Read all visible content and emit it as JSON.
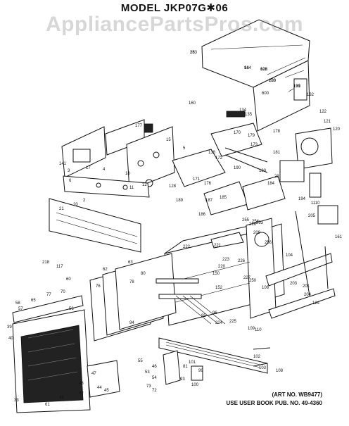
{
  "title": "MODEL JKP07G✱06",
  "watermark": "AppliancePartsPros.com",
  "art_no": "(ART NO. WB9477)",
  "use_book": "USE USER BOOK PUB. NO. 49-4360",
  "part_labels": [
    "28",
    "144",
    "602",
    "123",
    "131",
    "600",
    "160",
    "132",
    "122",
    "121",
    "120",
    "134",
    "135",
    "179",
    "170",
    "172",
    "173",
    "178",
    "190",
    "180",
    "181",
    "177",
    "15",
    "5",
    "138",
    "141",
    "3",
    "4",
    "17",
    "18",
    "11",
    "12",
    "6",
    "2",
    "20",
    "21",
    "22",
    "128",
    "171",
    "176",
    "186",
    "187",
    "189",
    "185",
    "184",
    "194",
    "1110",
    "161",
    "216",
    "209",
    "205",
    "218",
    "117",
    "60",
    "62",
    "63",
    "80",
    "76",
    "78",
    "70",
    "77",
    "65",
    "58",
    "57",
    "56",
    "39",
    "40",
    "61",
    "33",
    "48",
    "42",
    "43",
    "47",
    "44",
    "45",
    "46",
    "53",
    "55",
    "54",
    "73",
    "72",
    "81",
    "100",
    "101",
    "99",
    "93",
    "94",
    "95",
    "96",
    "152",
    "150",
    "220",
    "221",
    "222",
    "223",
    "224",
    "225",
    "226",
    "227",
    "250",
    "253",
    "254",
    "255",
    "256",
    "201",
    "203",
    "204",
    "124",
    "106",
    "104",
    "102",
    "103",
    "108",
    "109",
    "110",
    "153",
    "91",
    "126",
    "200",
    "199"
  ]
}
